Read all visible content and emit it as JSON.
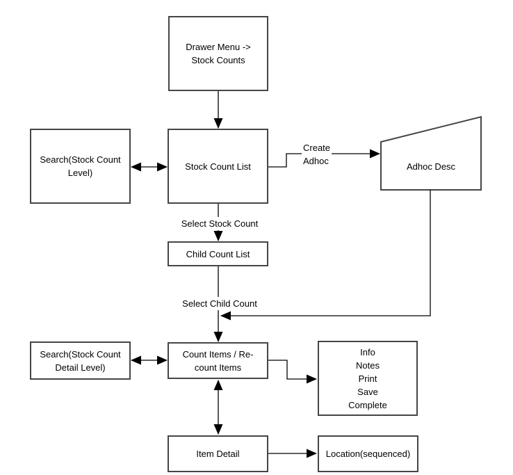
{
  "nodes": {
    "drawer_menu": {
      "label": "Drawer Menu ->\nStock Counts"
    },
    "search_stock_count": {
      "label": "Search(Stock Count\nLevel)"
    },
    "stock_count_list": {
      "label": "Stock Count List"
    },
    "adhoc_desc": {
      "label": "Adhoc Desc"
    },
    "child_count_list": {
      "label": "Child Count List"
    },
    "search_stock_count_detail": {
      "label": "Search(Stock Count\nDetail Level)"
    },
    "count_items": {
      "label": "Count Items / Re-\ncount Items"
    },
    "actions": {
      "label": "Info\nNotes\nPrint\nSave\nComplete"
    },
    "item_detail": {
      "label": "Item Detail"
    },
    "location": {
      "label": "Location(sequenced)"
    }
  },
  "edges": [
    {
      "from": "drawer-menu",
      "to": "stock-count-list",
      "type": "arrow",
      "label": ""
    },
    {
      "from": "search-stock-count-level",
      "to": "stock-count-list",
      "type": "double-arrow",
      "label": ""
    },
    {
      "from": "stock-count-list",
      "to": "adhoc-desc",
      "type": "arrow",
      "label": "Create\nAdhoc"
    },
    {
      "from": "stock-count-list",
      "to": "child-count-list",
      "type": "arrow",
      "label": "Select Stock Count"
    },
    {
      "from": "child-count-list",
      "to": "count-items",
      "type": "arrow",
      "label": "Select Child Count"
    },
    {
      "from": "adhoc-desc",
      "to": "select-child-count-line",
      "type": "arrow",
      "label": ""
    },
    {
      "from": "search-stock-count-detail-level",
      "to": "count-items",
      "type": "double-arrow",
      "label": ""
    },
    {
      "from": "count-items",
      "to": "actions",
      "type": "arrow",
      "label": ""
    },
    {
      "from": "count-items",
      "to": "item-detail",
      "type": "double-arrow",
      "label": ""
    },
    {
      "from": "item-detail",
      "to": "location-sequenced",
      "type": "arrow",
      "label": ""
    }
  ],
  "colors": {
    "background": "#ffffff",
    "border": "#454545",
    "line": "#000000",
    "text": "#000000"
  }
}
